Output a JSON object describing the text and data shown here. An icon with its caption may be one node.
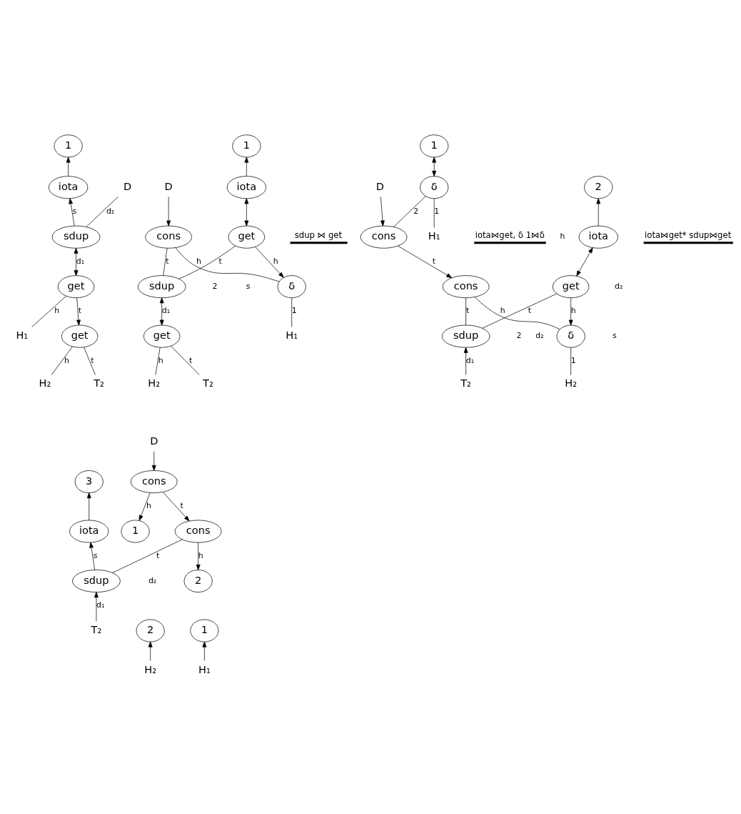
{
  "diagram": {
    "nodes": [
      {
        "text": [
          "1"
        ]
      },
      {
        "text": [
          "iota"
        ]
      },
      {
        "text": [
          "D"
        ]
      },
      {
        "text": [
          "sdup"
        ]
      },
      {
        "text": [
          "get"
        ]
      },
      {
        "text": [
          "H₁"
        ]
      },
      {
        "text": [
          "get"
        ]
      },
      {
        "text": [
          "H₂"
        ]
      },
      {
        "text": [
          "T₂"
        ]
      },
      {
        "text": [
          "1"
        ]
      },
      {
        "text": [
          "iota"
        ]
      },
      {
        "text": [
          "D"
        ]
      },
      {
        "text": [
          "get"
        ]
      },
      {
        "text": [
          "cons"
        ]
      },
      {
        "text": [
          "δ"
        ]
      },
      {
        "text": [
          "sdup"
        ]
      },
      {
        "text": [
          "H₁"
        ]
      },
      {
        "text": [
          "get"
        ]
      },
      {
        "text": [
          "H₂"
        ]
      },
      {
        "text": [
          "T₂"
        ]
      },
      {
        "text": [
          "1"
        ]
      },
      {
        "text": [
          "2"
        ]
      },
      {
        "text": [
          "D"
        ]
      },
      {
        "text": [
          "δ"
        ]
      },
      {
        "text": [
          "iota"
        ]
      },
      {
        "text": [
          "cons"
        ]
      },
      {
        "text": [
          "H₁"
        ]
      },
      {
        "text": [
          "get"
        ]
      },
      {
        "text": [
          "cons"
        ]
      },
      {
        "text": [
          "δ"
        ]
      },
      {
        "text": [
          "sdup"
        ]
      },
      {
        "text": [
          "H₂"
        ]
      },
      {
        "text": [
          "T₂"
        ]
      },
      {
        "text": [
          "D"
        ]
      },
      {
        "text": [
          "3"
        ]
      },
      {
        "text": [
          "cons"
        ]
      },
      {
        "text": [
          "iota"
        ]
      },
      {
        "text": [
          "cons"
        ]
      },
      {
        "text": [
          "1"
        ]
      },
      {
        "text": [
          "sdup"
        ]
      },
      {
        "text": [
          "2"
        ]
      },
      {
        "text": [
          "T₂"
        ]
      },
      {
        "text": [
          "2"
        ]
      },
      {
        "text": [
          "1"
        ]
      },
      {
        "text": [
          "H₂"
        ]
      },
      {
        "text": [
          "H₁"
        ]
      }
    ],
    "edges": [
      {
        "from": 1,
        "to": 0,
        "arrow": "to"
      },
      {
        "from": 3,
        "to": 1,
        "arrow": "to",
        "label": "s"
      },
      {
        "from": 3,
        "to": 2,
        "arrow": "none",
        "label": "d₂"
      },
      {
        "from": 3,
        "to": 4,
        "arrow": "both",
        "label": "d₁"
      },
      {
        "from": 4,
        "to": 5,
        "arrow": "none",
        "label": "h"
      },
      {
        "from": 4,
        "to": 6,
        "arrow": "to",
        "label": "t"
      },
      {
        "from": 6,
        "to": 7,
        "arrow": "none",
        "label": "h"
      },
      {
        "from": 6,
        "to": 8,
        "arrow": "none",
        "label": "t"
      },
      {
        "from": 10,
        "to": 9,
        "arrow": "to"
      },
      {
        "from": 10,
        "to": 12,
        "arrow": "both"
      },
      {
        "from": 11,
        "to": 13,
        "arrow": "to"
      },
      {
        "from": 12,
        "to": 14,
        "arrow": "to",
        "label": "h"
      },
      {
        "from": 12,
        "to": 15,
        "arrow": "none",
        "label": "t"
      },
      {
        "from": 13,
        "to": 14,
        "arrow": "none",
        "label": "h"
      },
      {
        "from": 13,
        "to": 15,
        "arrow": "none",
        "label": "t"
      },
      {
        "from": 14,
        "to": 16,
        "arrow": "none",
        "label": "1"
      },
      {
        "from": 15,
        "to": 17,
        "arrow": "both",
        "label": "d₁"
      },
      {
        "from": 17,
        "to": 18,
        "arrow": "none",
        "label": "h"
      },
      {
        "from": 17,
        "to": 19,
        "arrow": "none",
        "label": "t"
      },
      {
        "from": 20,
        "to": 23,
        "arrow": "both"
      },
      {
        "from": 24,
        "to": 21,
        "arrow": "to"
      },
      {
        "from": 22,
        "to": 25,
        "arrow": "to"
      },
      {
        "from": 23,
        "to": 25,
        "arrow": "none",
        "label": "2"
      },
      {
        "from": 23,
        "to": 26,
        "arrow": "none",
        "label": "1"
      },
      {
        "from": 24,
        "to": 27,
        "arrow": "both"
      },
      {
        "from": 25,
        "to": 28,
        "arrow": "to",
        "label": "t"
      },
      {
        "from": 27,
        "to": 29,
        "arrow": "to",
        "label": "h"
      },
      {
        "from": 27,
        "to": 30,
        "arrow": "none",
        "label": "t"
      },
      {
        "from": 28,
        "to": 29,
        "arrow": "none",
        "label": "h"
      },
      {
        "from": 28,
        "to": 30,
        "arrow": "none",
        "label": "t"
      },
      {
        "from": 29,
        "to": 31,
        "arrow": "none",
        "label": "1"
      },
      {
        "from": 32,
        "to": 30,
        "arrow": "to",
        "label": "d₁"
      },
      {
        "from": 33,
        "to": 35,
        "arrow": "to"
      },
      {
        "from": 36,
        "to": 34,
        "arrow": "to"
      },
      {
        "from": 35,
        "to": 37,
        "arrow": "to",
        "label": "t"
      },
      {
        "from": 35,
        "to": 38,
        "arrow": "to",
        "label": "h"
      },
      {
        "from": 39,
        "to": 36,
        "arrow": "to",
        "label": "s"
      },
      {
        "from": 37,
        "to": 39,
        "arrow": "none",
        "label": "t"
      },
      {
        "from": 37,
        "to": 40,
        "arrow": "to",
        "label": "h"
      },
      {
        "from": 41,
        "to": 39,
        "arrow": "to",
        "label": "d₁"
      },
      {
        "from": 44,
        "to": 42,
        "arrow": "to"
      },
      {
        "from": 45,
        "to": 43,
        "arrow": "to"
      }
    ],
    "labels": [
      "sdup ⋈ get",
      "s",
      "2",
      "d₂",
      "iota⋈get* sdup⋈get",
      "h",
      "s",
      "2",
      "d₂",
      "iota⋈get, δ 1⋈δ",
      "d₂"
    ]
  }
}
